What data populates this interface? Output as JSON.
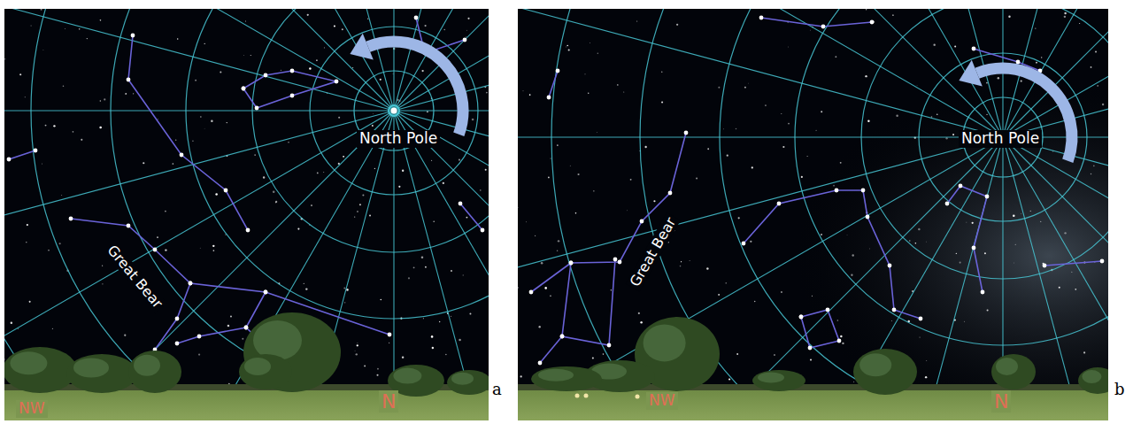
{
  "diagram": {
    "labels": [
      "North Pole",
      "Great Bear",
      "NW",
      "N",
      "a",
      "North Pole",
      "Great Bear",
      "NW",
      "N",
      "b"
    ]
  }
}
